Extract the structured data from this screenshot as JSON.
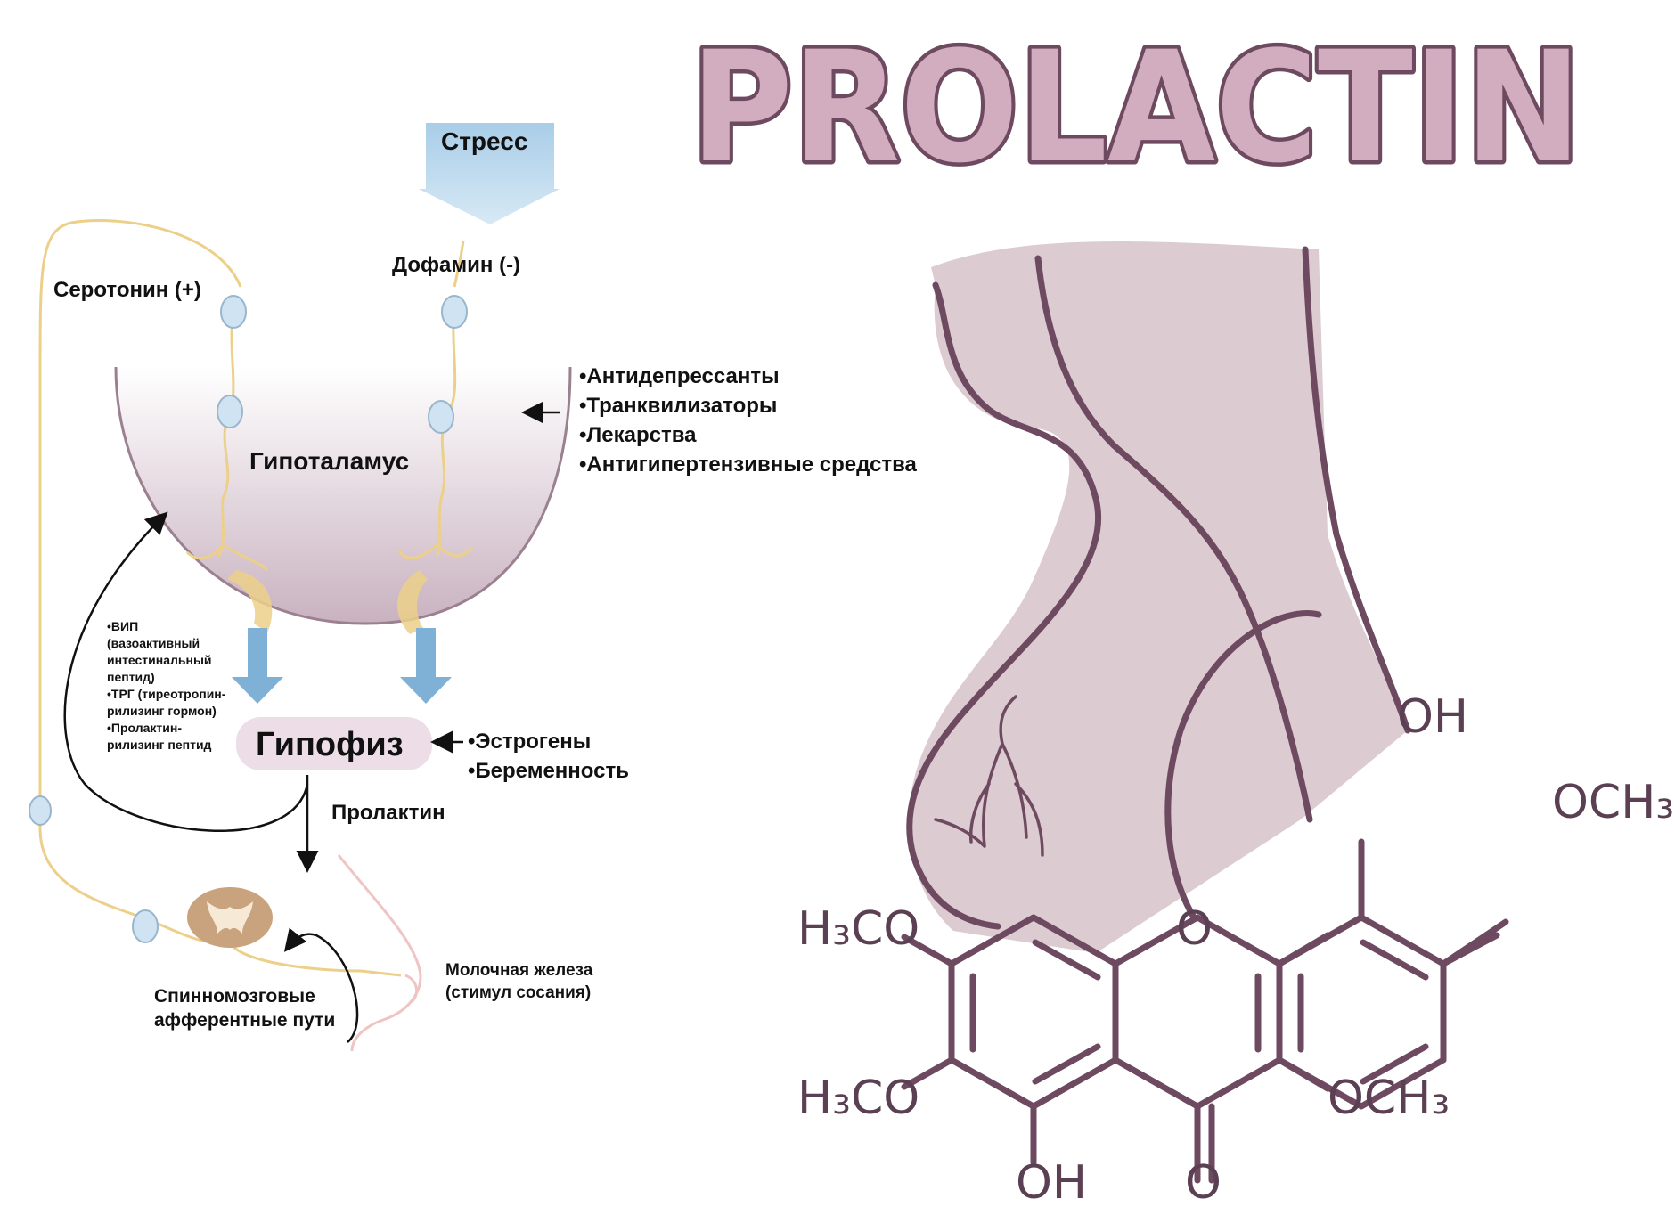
{
  "title": "PROLACTIN",
  "stress": "Стресс",
  "dopamine": "Дофамин (-)",
  "serotonin": "Серотонин (+)",
  "hypothalamus": "Гипоталамус",
  "drugs": [
    "•Антидепрессанты",
    "•Транквилизаторы",
    "•Лекарства",
    "•Антигипертензивные средства"
  ],
  "pituitary": "Гипофиз",
  "pituitary_inputs": [
    "•Эстрогены",
    "•Беременность"
  ],
  "releasing_factors": [
    "•ВИП",
    "(вазоактивный",
    "интестинальный",
    "пептид)",
    "•ТРГ (тиреотропин-",
    "рилизинг гормон)",
    "•Пролактин-",
    "рилизинг пептид"
  ],
  "prolactin": "Пролактин",
  "spinal_paths": [
    "Спинномозговые",
    "афферентные пути"
  ],
  "mammary": [
    "Молочная железа",
    "(стимул сосания)"
  ],
  "chem_labels": {
    "oh_top": "OH",
    "och3_right": "OCH₃",
    "h3co_1": "H₃CO",
    "o_ring": "O",
    "h3co_2": "H₃CO",
    "och3_bottom": "OCH₃",
    "oh_bottom": "OH",
    "o_keto": "O"
  },
  "colors": {
    "title_fill": "#d2adc0",
    "title_stroke": "#6e4a61",
    "body_fill": "#dccbd1",
    "line": "#6e4a61",
    "nerve": "#ecd089",
    "arrow_blue": "#8fbddb"
  }
}
